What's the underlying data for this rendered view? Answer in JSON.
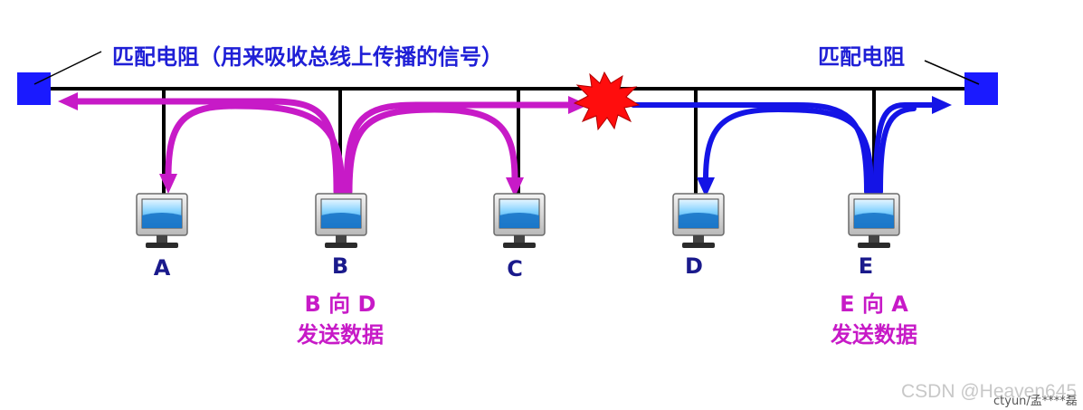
{
  "labels": {
    "terminator_left": "匹配电阻（用来吸收总线上传播的信号）",
    "terminator_right": "匹配电阻",
    "b_caption_line1": "B 向 D",
    "b_caption_line2": "发送数据",
    "e_caption_line1": "E 向 A",
    "e_caption_line2": "发送数据"
  },
  "stations": [
    {
      "id": "A",
      "label": "A"
    },
    {
      "id": "B",
      "label": "B"
    },
    {
      "id": "C",
      "label": "C"
    },
    {
      "id": "D",
      "label": "D"
    },
    {
      "id": "E",
      "label": "E"
    }
  ],
  "watermark": {
    "main": "CSDN @Heaven645",
    "overlay": "ctyun/孟****磊"
  },
  "colors": {
    "terminator": "#1a1aff",
    "bus": "#000000",
    "magenta_signal": "#c71ac7",
    "blue_signal": "#1414e6",
    "collision": "#ff0000",
    "label_blue": "#1f1fd6",
    "station_label": "#1a1a8c",
    "caption_magenta": "#c71ac7"
  }
}
